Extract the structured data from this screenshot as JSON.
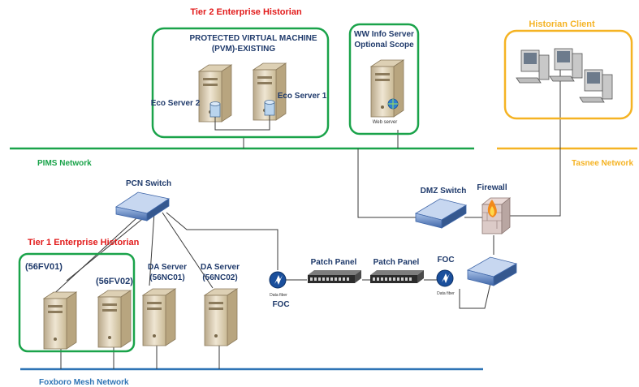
{
  "tier2": {
    "title": "Tier 2 Enterprise Historian"
  },
  "pvm": {
    "line1": "PROTECTED VIRTUAL MACHINE",
    "line2": "(PVM)-EXISTING"
  },
  "eco_server_2": "Eco Server 2",
  "eco_server_1": "Eco Server 1",
  "ww_info": {
    "line1": "WW Info Server",
    "line2": "Optional Scope",
    "sublabel": "Web server"
  },
  "historian_client": "Historian Client",
  "pims_network": "PIMS Network",
  "tasnee_network": "Tasnee Network",
  "pcn_switch": "PCN Switch",
  "dmz_switch": "DMZ Switch",
  "firewall": "Firewall",
  "tier1": {
    "title": "Tier 1 Enterprise Historian"
  },
  "fv01": "(56FV01)",
  "fv02": "(56FV02)",
  "da1": {
    "line1": "DA Server",
    "line2": "(56NC01)"
  },
  "da2": {
    "line1": "DA Server",
    "line2": "(56NC02)"
  },
  "patch_panel": "Patch Panel",
  "foc": "FOC",
  "foc_icon_text": "Data fiber",
  "foxboro_network": "Foxboro Mesh Network",
  "colors": {
    "green": "#1aa34a",
    "yellow": "#f5b323",
    "blue": "#2e74b5",
    "red": "#e21b1b",
    "navy": "#1f3a6b"
  }
}
